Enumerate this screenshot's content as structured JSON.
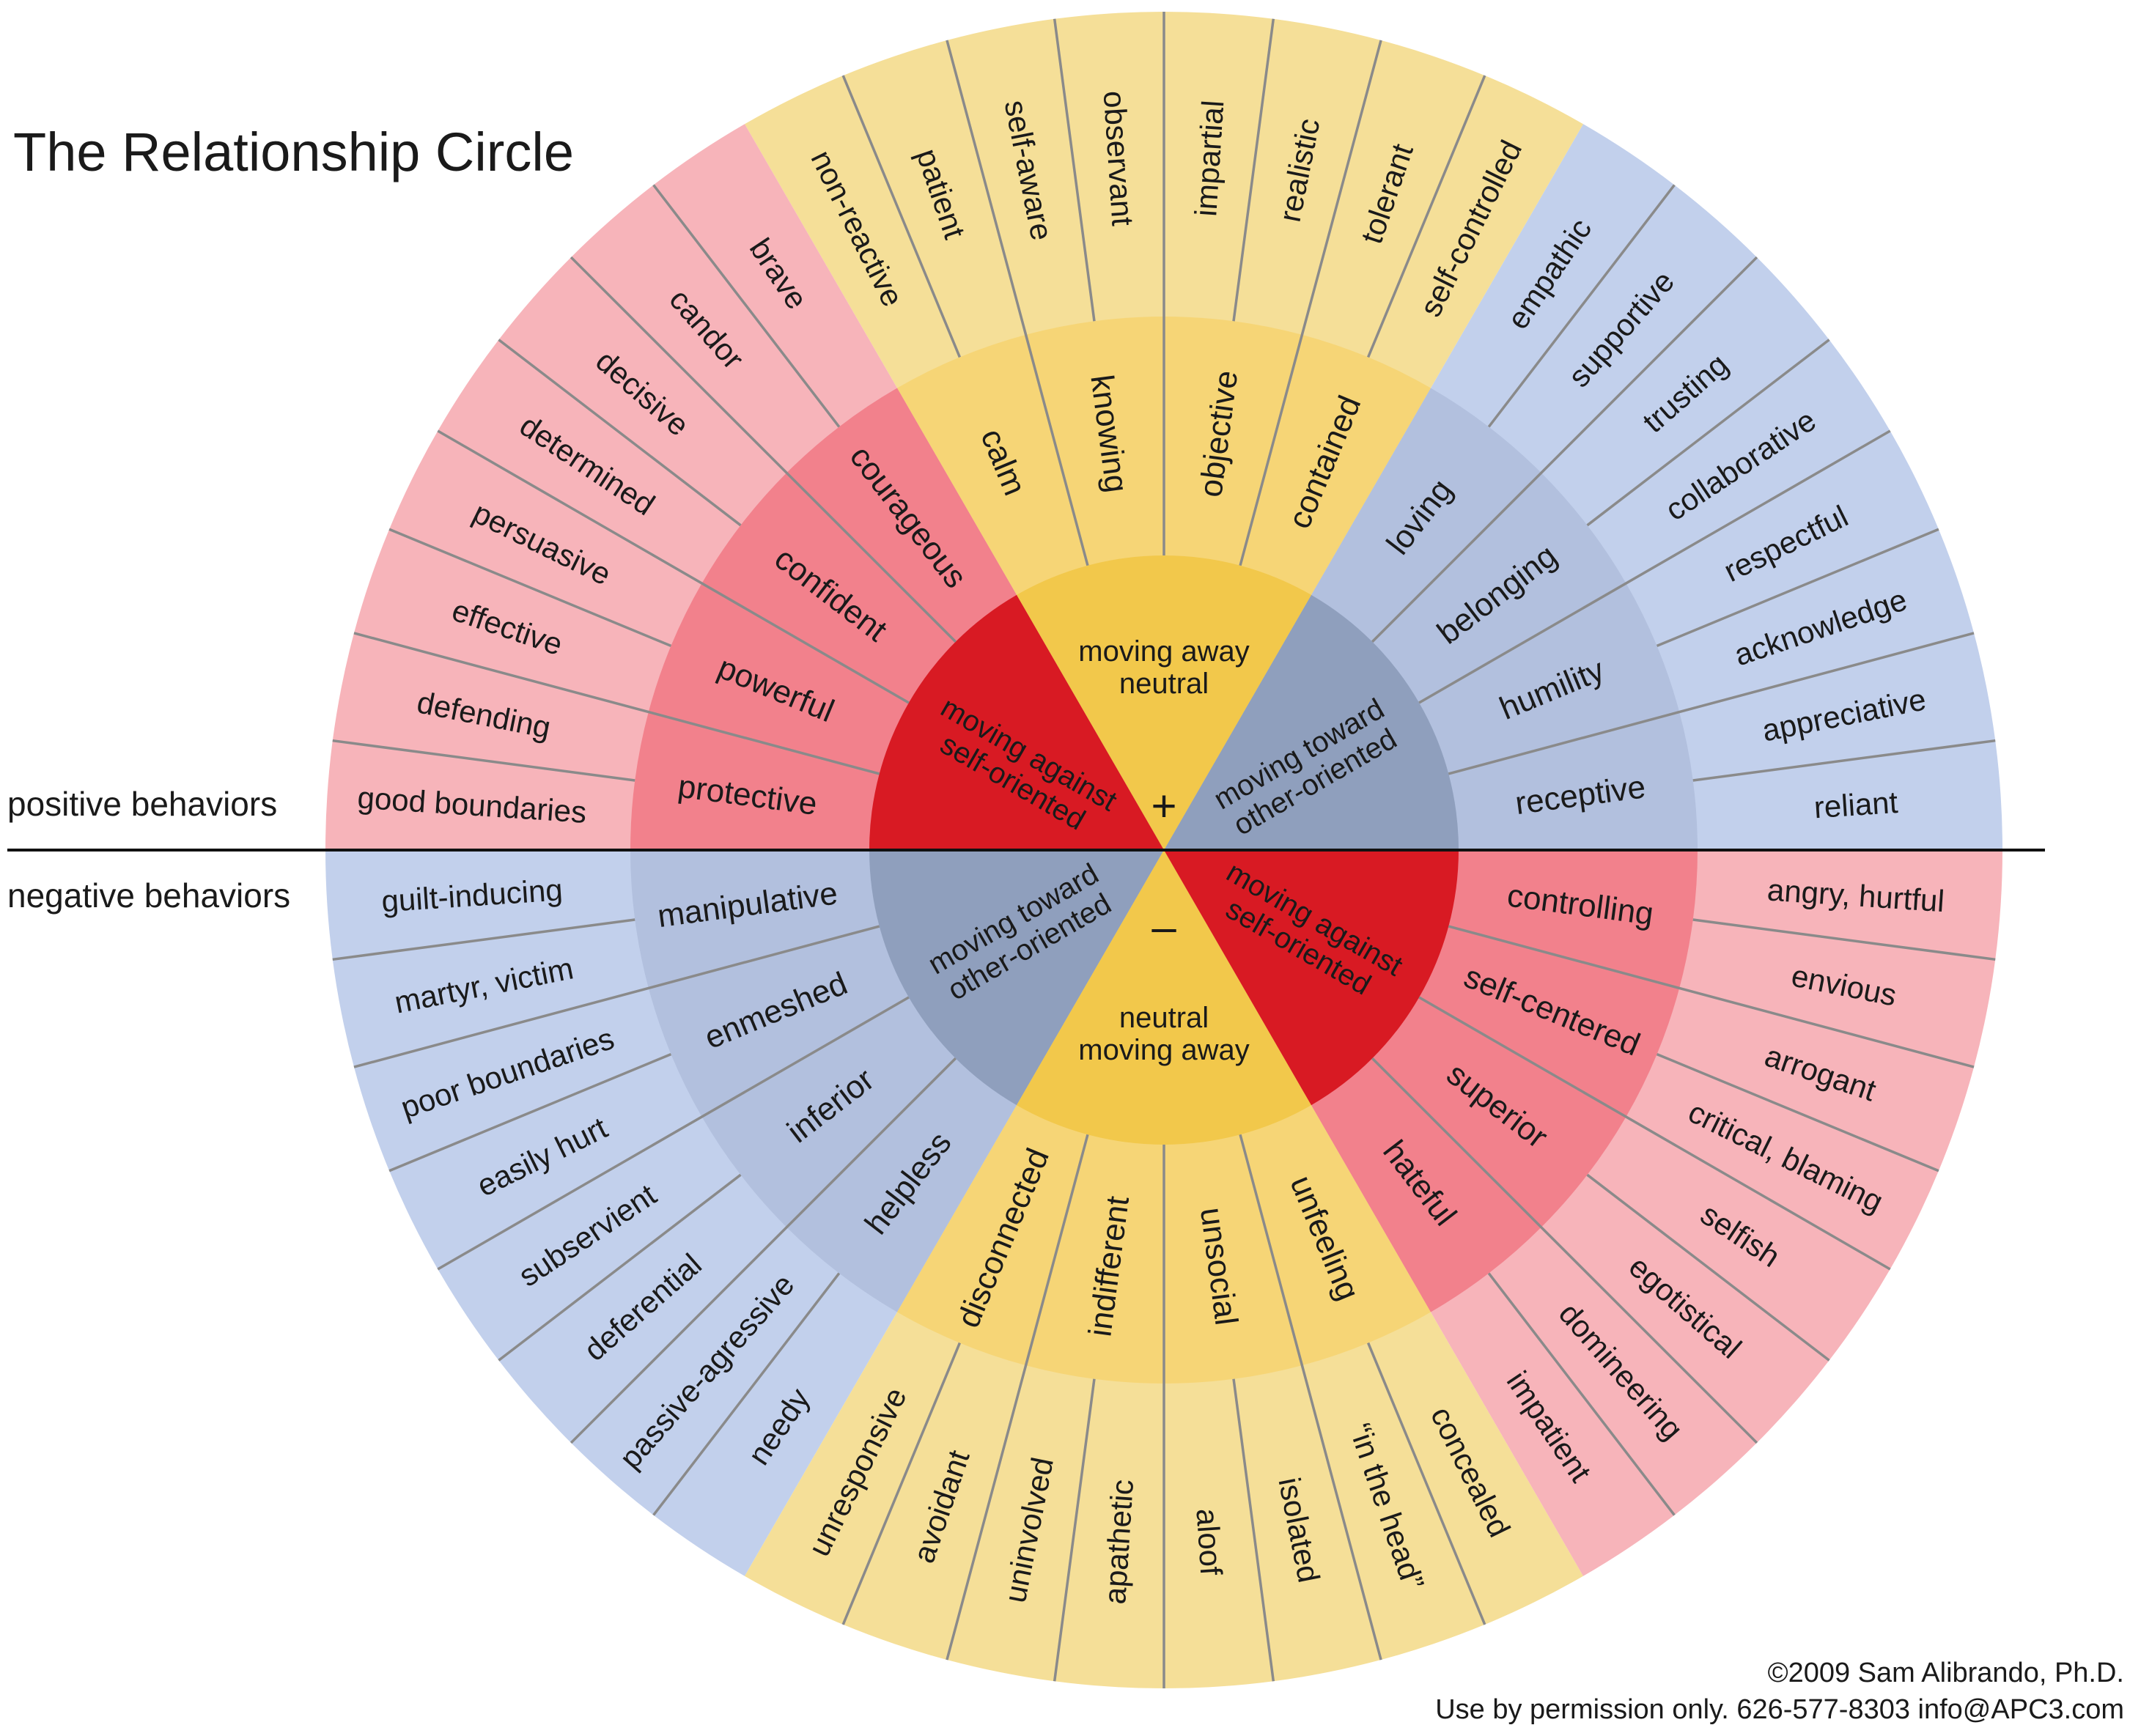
{
  "title": "The Relationship Circle",
  "side_labels": {
    "positive": "positive behaviors",
    "negative": "negative behaviors"
  },
  "credits": {
    "line1": "©2009 Sam Alibrando, Ph.D.",
    "line2": "Use by permission only. 626-577-8303 info@APC3.com"
  },
  "colors": {
    "red_center": "#d81a23",
    "red_middle": "#f2818c",
    "red_outer": "#f7b4ba",
    "yellow_center": "#f2c84b",
    "yellow_middle": "#f6d576",
    "yellow_outer": "#f5df98",
    "blue_center": "#8f9fbd",
    "blue_middle": "#b2c0de",
    "blue_outer": "#c2d0ec",
    "divider_line": "#8a8a8a"
  },
  "center": {
    "positive": [
      {
        "group": "red",
        "lines": [
          "moving against",
          "self-oriented"
        ]
      },
      {
        "group": "yellow",
        "lines": [
          "moving away",
          "neutral"
        ]
      },
      {
        "group": "blue",
        "lines": [
          "moving toward",
          "other-oriented"
        ]
      }
    ],
    "negative": [
      {
        "group": "blue",
        "lines": [
          "moving toward",
          "other-oriented"
        ]
      },
      {
        "group": "yellow",
        "lines": [
          "neutral",
          "moving away"
        ]
      },
      {
        "group": "red",
        "lines": [
          "moving against",
          "self-oriented"
        ]
      }
    ],
    "plus_symbol": "+",
    "minus_symbol": "–"
  },
  "middle_ring": {
    "positive": {
      "red": [
        "protective",
        "powerful",
        "confident",
        "courageous"
      ],
      "yellow": [
        "calm",
        "knowing",
        "objective",
        "contained"
      ],
      "blue": [
        "loving",
        "belonging",
        "humility",
        "receptive"
      ]
    },
    "negative": {
      "blue": [
        "manipulative",
        "enmeshed",
        "inferior",
        "helpless"
      ],
      "yellow": [
        "disconnected",
        "indifferent",
        "unsocial",
        "unfeeling"
      ],
      "red": [
        "controlling",
        "self-centered",
        "superior",
        "hateful"
      ]
    }
  },
  "outer_ring": {
    "positive": {
      "red": [
        "good boundaries",
        "defending",
        "effective",
        "persuasive",
        "determined",
        "decisive",
        "candor",
        "brave"
      ],
      "yellow": [
        "non-reactive",
        "patient",
        "self-aware",
        "observant",
        "impartial",
        "realistic",
        "tolerant",
        "self-controlled"
      ],
      "blue": [
        "empathic",
        "supportive",
        "trusting",
        "collaborative",
        "respectful",
        "acknowledge",
        "appreciative",
        "reliant"
      ]
    },
    "negative": {
      "blue": [
        "guilt-inducing",
        "martyr, victim",
        "poor boundaries",
        "easily hurt",
        "subservient",
        "deferential",
        "passive-agressive",
        "needy"
      ],
      "yellow": [
        "unresponsive",
        "avoidant",
        "uninvolved",
        "apathetic",
        "aloof",
        "isolated",
        "“in the head”",
        "concealed"
      ],
      "red": [
        "impatient",
        "domineering",
        "egotistical",
        "selfish",
        "critical, blaming",
        "arrogant",
        "envious",
        "angry, hurtful"
      ]
    }
  }
}
